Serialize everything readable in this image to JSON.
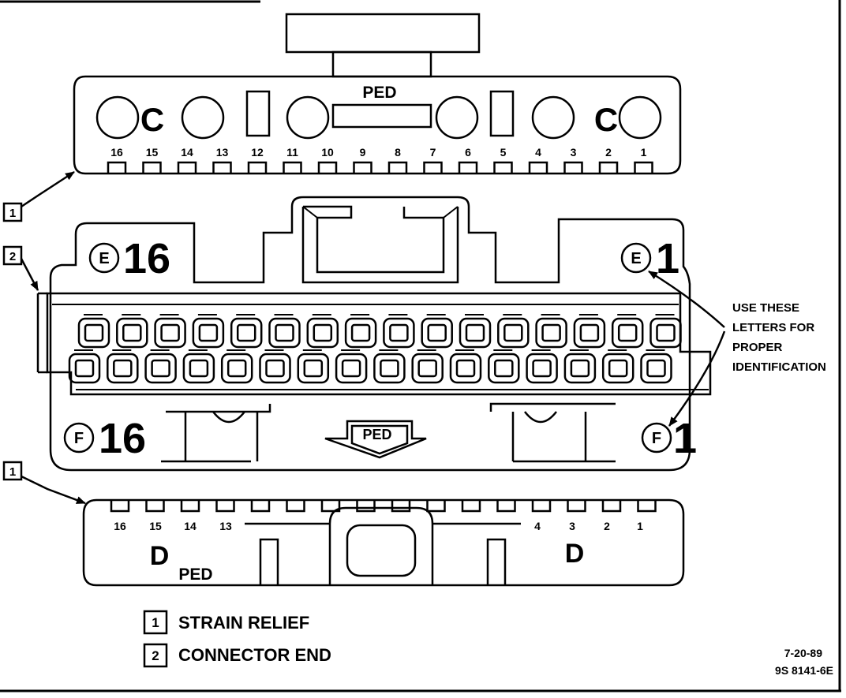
{
  "top_strain_relief": {
    "ped_label": "PED",
    "c_left": "C",
    "c_right": "C",
    "pin_numbers": [
      "16",
      "15",
      "14",
      "13",
      "12",
      "11",
      "10",
      "9",
      "8",
      "7",
      "6",
      "5",
      "4",
      "3",
      "2",
      "1"
    ]
  },
  "connector_end": {
    "e_left": "E",
    "e_left_num": "16",
    "e_right": "E",
    "e_right_num": "1",
    "f_left": "F",
    "f_left_num": "16",
    "f_right": "F",
    "f_right_num": "1",
    "arrow_label": "PED"
  },
  "bottom_strain_relief": {
    "pin_numbers_left": [
      "16",
      "15",
      "14",
      "13"
    ],
    "pin_numbers_right": [
      "4",
      "3",
      "2",
      "1"
    ],
    "d_left": "D",
    "d_right": "D",
    "ped_label": "PED"
  },
  "callouts": {
    "top": "1",
    "middle": "2",
    "bottom": "1"
  },
  "note": {
    "line1": "USE THESE",
    "line2": "LETTERS FOR",
    "line3": "PROPER",
    "line4": "IDENTIFICATION"
  },
  "legend": [
    {
      "num": "1",
      "text": "STRAIN RELIEF"
    },
    {
      "num": "2",
      "text": "CONNECTOR END"
    }
  ],
  "stamp": {
    "date": "7-20-89",
    "code": "9S 8141-6E"
  }
}
